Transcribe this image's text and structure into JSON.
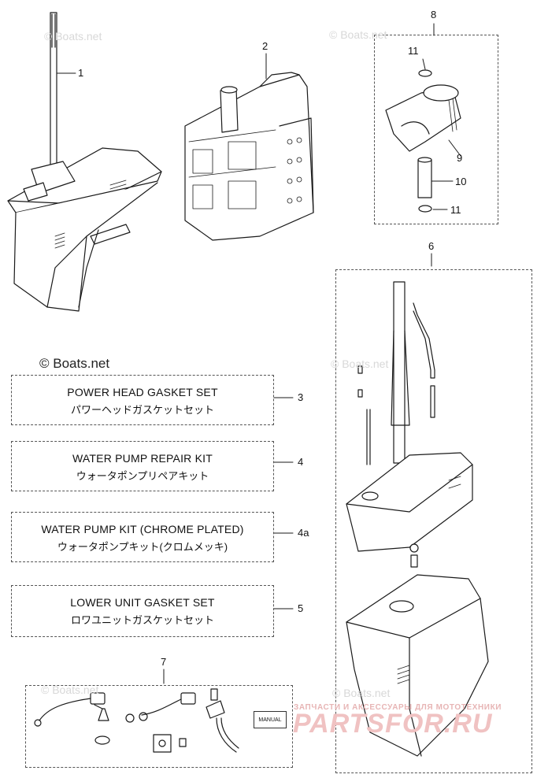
{
  "watermarks": {
    "site": "© Boats.net",
    "copyright": "© Boats.net",
    "red_small": "ЗАПЧАСТИ И АКСЕССУАРЫ ДЛЯ МОТОТЕХНИКИ",
    "red_big": "PARTSFOR.RU"
  },
  "callouts": {
    "c1": "1",
    "c2": "2",
    "c3": "3",
    "c4": "4",
    "c4a": "4a",
    "c5": "5",
    "c6": "6",
    "c7": "7",
    "c8": "8",
    "c9": "9",
    "c10": "10",
    "c11a": "11",
    "c11b": "11"
  },
  "kits": [
    {
      "en": "POWER HEAD GASKET SET",
      "jp": "パワーヘッドガスケットセット"
    },
    {
      "en": "WATER PUMP REPAIR KIT",
      "jp": "ウォータポンプリペアキット"
    },
    {
      "en": "WATER PUMP KIT (CHROME PLATED)",
      "jp": "ウォータポンプキット(クロムメッキ)"
    },
    {
      "en": "LOWER UNIT GASKET SET",
      "jp": "ロワユニットガスケットセット"
    }
  ],
  "manual_label": "MANUAL"
}
